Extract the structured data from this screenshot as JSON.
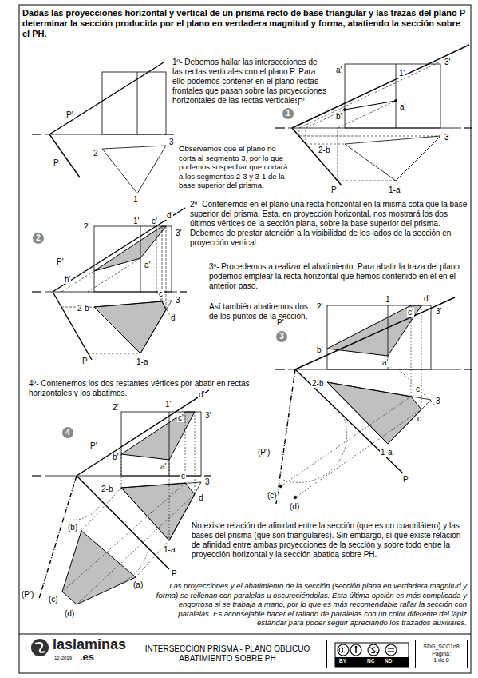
{
  "diagram": {
    "title": "Dadas las proyecciones horizontal y vertical de un prisma recto de base triangular y las trazas del plano P determinar la sección producida por el plano en verdadera magnitud y forma, abatiendo la sección sobre el PH.",
    "nodes": [
      {
        "text": [
          "INTERSECCIÓN PRISMA - PLANO OBLICUO ABATIMIENTO SOBRE PH"
        ]
      },
      {
        "text": [
          "SDG_SCC1d8",
          "Página:",
          "1 de 8"
        ]
      }
    ],
    "labels": [
      "1º- Debemos hallar las intersecciones de las rectas verticales con el plano P. Para ello podemos contener en el plano rectas frontales que pasan sobre las proyecciones horizontales de las rectas verticales.",
      "P'",
      "P",
      "2",
      "3",
      "1",
      "Observamos que el plano no corta al segmento 3, por lo que podemos sospechar que cortará a los segmentos 2-3 y 3-1 de la base superior del prisma.",
      "1",
      "a'",
      "3'",
      "1'",
      "P'",
      "b'",
      "a'",
      "2-b",
      "3",
      "P",
      "1-a",
      "2º- Contenemos en el plano una recta horizontal en la misma cota que la base superior del prisma. Esta, en proyección horizontal, nos mostrará los dos últimos vértices de la sección plana, sobre la base superior del prisma. Debemos de prestar atención a la visibilidad de los lados de la sección en proyección vertical.",
      "2",
      "2'",
      "1'",
      "d'",
      "c'",
      "3'",
      "P'",
      "h'",
      "a'",
      "2-b",
      "c",
      "3",
      "d",
      "P",
      "1-a",
      "3º- Procedemos a realizar el abatimiento. Para abatir la traza del plano podemos emplear la recta horizontal que hemos contenido en él en el anterior paso.",
      "Así también abatiremos dos de los puntos de la sección.",
      "3",
      "2'",
      "1",
      "d'",
      "c'",
      "3'",
      "P'",
      "b'",
      "a'",
      "2-b",
      "c",
      "3",
      "c",
      "1-a",
      "P",
      "(P')",
      "(c)",
      "(d)",
      "4º- Contenemos los dos restantes vértices por abatir en rectas horizontales y los abatimos.",
      "4",
      "1'",
      "d'",
      "2'",
      "c'",
      "3'",
      "P'",
      "b'",
      "a'",
      "2-b",
      "c",
      "3",
      "d",
      "1-a",
      "P",
      "(b)",
      "(a)",
      "(P')",
      "(c)",
      "(d)",
      "No existe relación de afinidad entre la sección (que es un cuadrilátero) y las bases del prisma (que son triangulares). Sin embargo, sí que existe relación de afinidad entre ambas proyecciones de la sección y sobre todo entre la proyección horizontal y la sección abatida sobre PH.",
      "Las proyecciones y el abatimiento de la sección (sección plana en verdadera magnitud y forma) se rellenan con paralelas u oscureciéndolas. Esta última opción es más complicada y engorrosa si se trabaja a mano, por lo que es más recomendable rallar la sección con paralelas. Es aconsejable hacer el rallado de paralelas con un color diferente del lápiz estándar para poder seguir apreciando los trazados auxiliares.",
      "laslaminas",
      ".es",
      "12-2019",
      "BY",
      "NC",
      "ND"
    ]
  }
}
